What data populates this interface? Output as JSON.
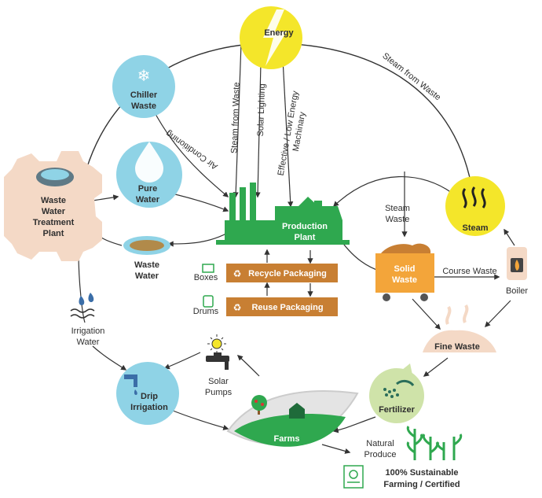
{
  "nodes": {
    "energy": "Energy",
    "chiller": [
      "Chiller",
      "Waste"
    ],
    "pure_water": [
      "Pure",
      "Water"
    ],
    "wwtp": [
      "Waste",
      "Water",
      "Treatment",
      "Plant"
    ],
    "waste_water": [
      "Waste",
      "Water"
    ],
    "production_plant": [
      "Production",
      "Plant"
    ],
    "recycle_packaging": "Recycle Packaging",
    "reuse_packaging": "Reuse Packaging",
    "boxes": "Boxes",
    "drums": "Drums",
    "steam": "Steam",
    "steam_waste": [
      "Steam",
      "Waste"
    ],
    "solid_waste": [
      "Solid",
      "Waste"
    ],
    "boiler": "Boiler",
    "course_waste": "Course Waste",
    "fine_waste": "Fine Waste",
    "fertilizer": "Fertilizer",
    "irrigation_water": [
      "Irrigation",
      "Water"
    ],
    "drip_irrigation": [
      "Drip",
      "Irrigation"
    ],
    "solar_pumps": [
      "Solar",
      "Pumps"
    ],
    "farms": "Farms",
    "natural_produce": [
      "Natural",
      "Produce"
    ],
    "sustainable": [
      "100% Sustainable",
      "Farming / Certified"
    ]
  },
  "edges": {
    "steam_from_waste_top": "Steam from Waste",
    "steam_from_waste_mid": "Steam from Waste",
    "solar_lighting": "Solar Lighting",
    "effective_energy": [
      "Effective / Low Energy",
      "Machinary"
    ],
    "air_conditioning": "Air Conditioning"
  },
  "colors": {
    "green": "#2fa84f",
    "light_blue": "#8fd3e6",
    "yellow": "#f4e62a",
    "brown": "#c87f33",
    "orange": "#f3a53a",
    "beige": "#f4d9c6",
    "light_green": "#cfe3a9"
  }
}
